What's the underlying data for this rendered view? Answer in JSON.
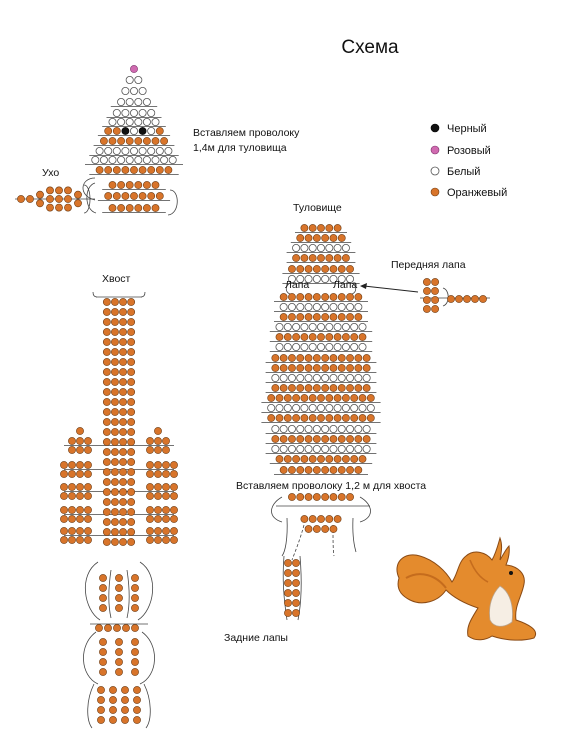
{
  "title": "Схема",
  "legend": [
    {
      "label": "Черный",
      "color": "#111111"
    },
    {
      "label": "Розовый",
      "color": "#d06ab0"
    },
    {
      "label": "Белый",
      "color": "#ffffff"
    },
    {
      "label": "Оранжевый",
      "color": "#d8742a"
    }
  ],
  "labels": {
    "wire_body_line1": "Вставляем проволоку",
    "wire_body_line2": "1,4м для туловища",
    "ear": "Ухо",
    "body": "Туловище",
    "front_paw": "Передняя лапа",
    "paw_left": "Лапа",
    "paw_right": "Лапа",
    "tail": "Хвост",
    "wire_tail": "Вставляем проволоку 1,2 м для хвоста",
    "hind_paws": "Задние лапы"
  },
  "colors": {
    "orange": "#d8742a",
    "bead_stroke": "#6b3a12",
    "white_stroke": "#555555",
    "wire": "#444444"
  }
}
